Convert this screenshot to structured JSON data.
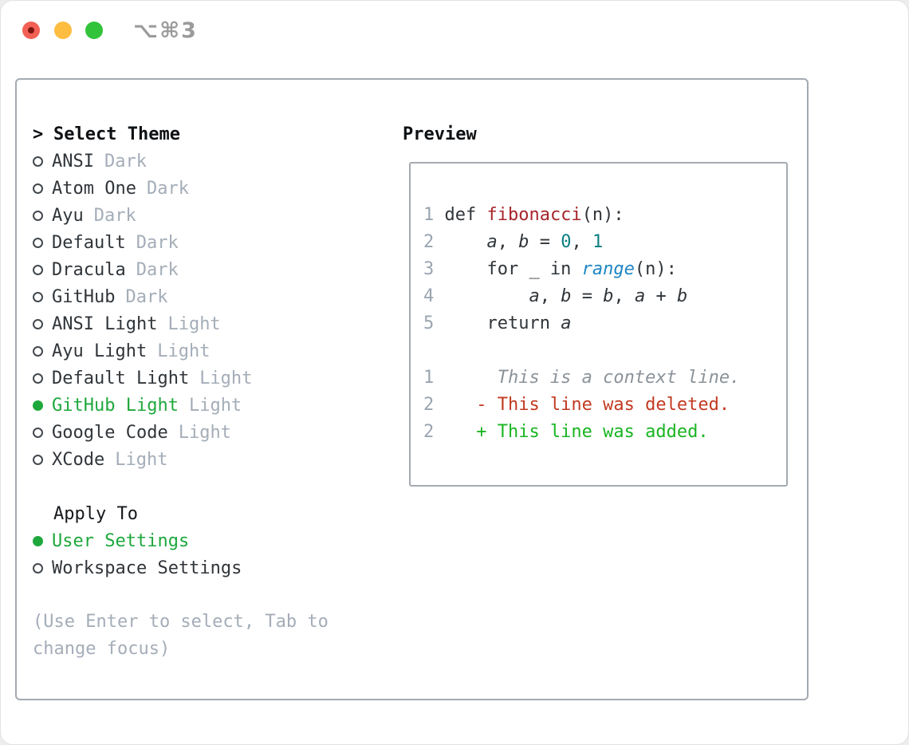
{
  "window": {
    "title": "⌥⌘3"
  },
  "theme_menu": {
    "prompt": ">",
    "header": "Select Theme",
    "items": [
      {
        "name": "ANSI",
        "variant": "Dark",
        "selected": false
      },
      {
        "name": "Atom One",
        "variant": "Dark",
        "selected": false
      },
      {
        "name": "Ayu",
        "variant": "Dark",
        "selected": false
      },
      {
        "name": "Default",
        "variant": "Dark",
        "selected": false
      },
      {
        "name": "Dracula",
        "variant": "Dark",
        "selected": false
      },
      {
        "name": "GitHub",
        "variant": "Dark",
        "selected": false
      },
      {
        "name": "ANSI Light",
        "variant": "Light",
        "selected": false
      },
      {
        "name": "Ayu Light",
        "variant": "Light",
        "selected": false
      },
      {
        "name": "Default Light",
        "variant": "Light",
        "selected": false
      },
      {
        "name": "GitHub Light",
        "variant": "Light",
        "selected": true
      },
      {
        "name": "Google Code",
        "variant": "Light",
        "selected": false
      },
      {
        "name": "XCode",
        "variant": "Light",
        "selected": false
      }
    ]
  },
  "apply_to": {
    "header": "Apply To",
    "options": [
      {
        "label": "User Settings",
        "selected": true
      },
      {
        "label": "Workspace Settings",
        "selected": false
      }
    ]
  },
  "help_text": "(Use Enter to select, Tab to change focus)",
  "preview": {
    "header": "Preview",
    "code_lines": [
      {
        "num": "1",
        "tokens": [
          {
            "t": "def ",
            "c": "plain"
          },
          {
            "t": "fibonacci",
            "c": "func"
          },
          {
            "t": "(n):",
            "c": "plain"
          }
        ]
      },
      {
        "num": "2",
        "tokens": [
          {
            "t": "    ",
            "c": "plain"
          },
          {
            "t": "a",
            "c": "var"
          },
          {
            "t": ", ",
            "c": "plain"
          },
          {
            "t": "b",
            "c": "var"
          },
          {
            "t": " = ",
            "c": "plain"
          },
          {
            "t": "0",
            "c": "num"
          },
          {
            "t": ", ",
            "c": "plain"
          },
          {
            "t": "1",
            "c": "num"
          }
        ]
      },
      {
        "num": "3",
        "tokens": [
          {
            "t": "    for _ in ",
            "c": "plain"
          },
          {
            "t": "range",
            "c": "builtin"
          },
          {
            "t": "(n):",
            "c": "plain"
          }
        ]
      },
      {
        "num": "4",
        "tokens": [
          {
            "t": "        ",
            "c": "plain"
          },
          {
            "t": "a",
            "c": "var"
          },
          {
            "t": ", ",
            "c": "plain"
          },
          {
            "t": "b",
            "c": "var"
          },
          {
            "t": " = ",
            "c": "plain"
          },
          {
            "t": "b",
            "c": "var"
          },
          {
            "t": ", ",
            "c": "plain"
          },
          {
            "t": "a",
            "c": "var"
          },
          {
            "t": " + ",
            "c": "plain"
          },
          {
            "t": "b",
            "c": "var"
          }
        ]
      },
      {
        "num": "5",
        "tokens": [
          {
            "t": "    return ",
            "c": "plain"
          },
          {
            "t": "a",
            "c": "var"
          }
        ]
      }
    ],
    "diff_lines": [
      {
        "num": "1",
        "tokens": [
          {
            "t": "     This is a context line.",
            "c": "ctx"
          }
        ]
      },
      {
        "num": "2",
        "tokens": [
          {
            "t": "   - This line was deleted.",
            "c": "del"
          }
        ]
      },
      {
        "num": "2",
        "tokens": [
          {
            "t": "   + This line was added.",
            "c": "add"
          }
        ]
      }
    ]
  },
  "colors": {
    "selected_green": "#1ea83c",
    "added_green": "#19b522",
    "deleted_red": "#c23a21",
    "func_red": "#a6262b",
    "number_teal": "#0c7e80",
    "builtin_blue": "#1f86c5",
    "gutter_gray": "#9aa5b1",
    "context_gray": "#8b9299",
    "muted_gray": "#a4adb8",
    "text_dark": "#30353a",
    "border_gray": "#a4aab1",
    "title_gray": "#9b9b9b",
    "traffic_red": "#f26055",
    "traffic_yellow": "#fcbd40",
    "traffic_green": "#32c33b"
  }
}
